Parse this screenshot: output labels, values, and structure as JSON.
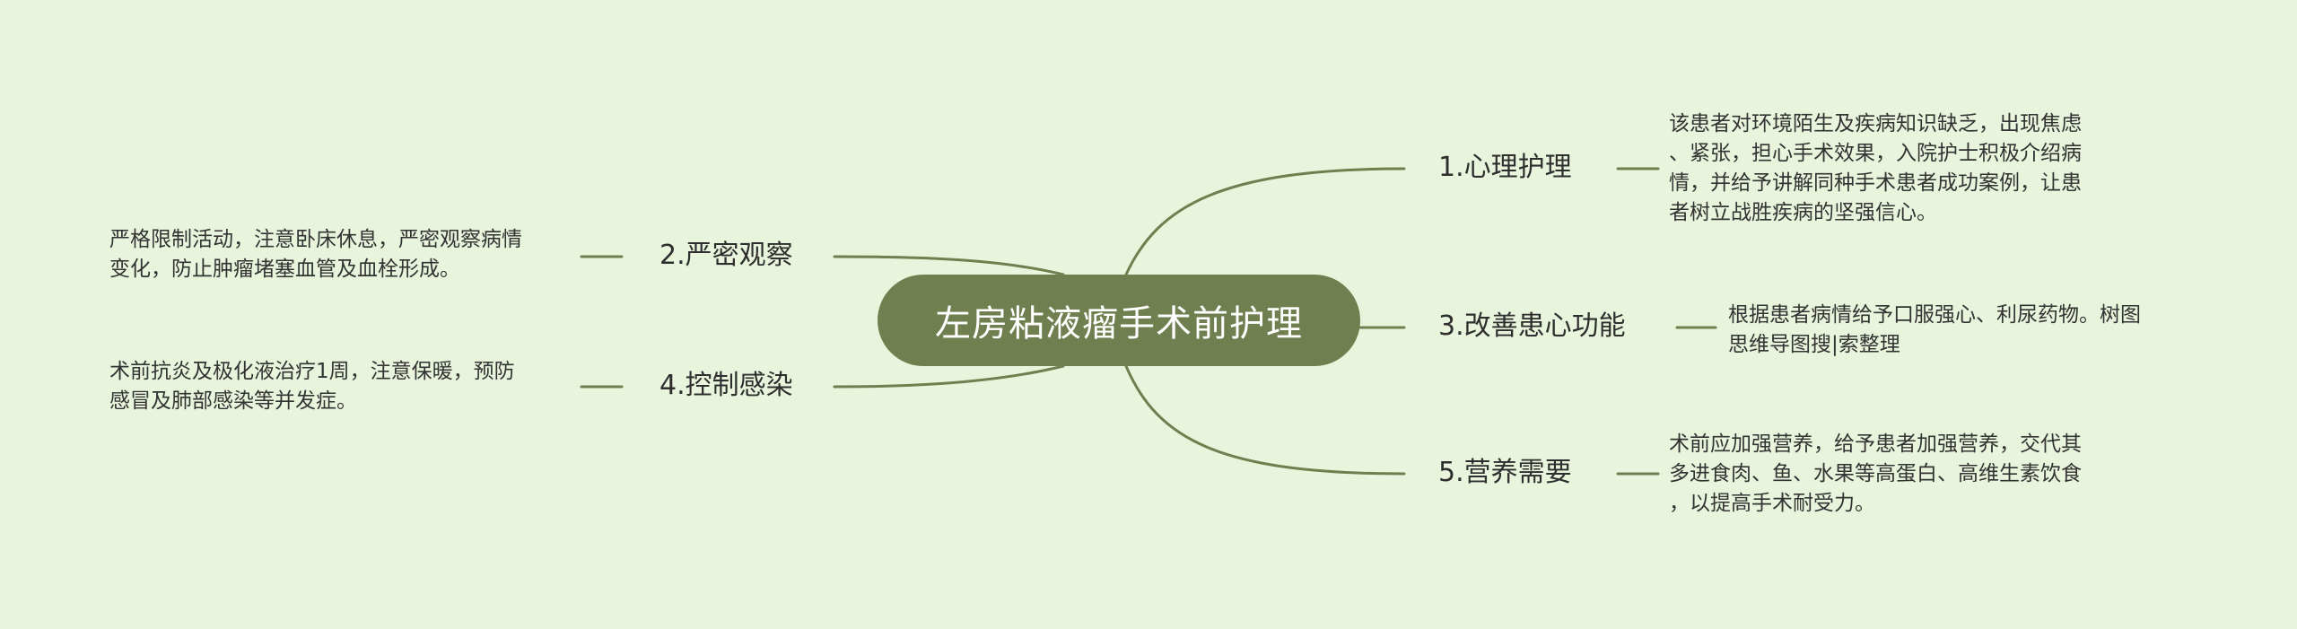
{
  "colors": {
    "background": "#e8f5dc",
    "center_fill": "#6f7f4f",
    "connector": "#6f7f4f"
  },
  "center": {
    "label": "左房粘液瘤手术前护理"
  },
  "branches": [
    {
      "id": "b1",
      "label": "1.心理护理",
      "leaf_lines": [
        "该患者对环境陌生及疾病知识缺乏，出现焦虑",
        "、紧张，担心手术效果，入院护士积极介绍病",
        "情，并给予讲解同种手术患者成功案例，让患",
        "者树立战胜疾病的坚强信心。"
      ]
    },
    {
      "id": "b2",
      "label": "2.严密观察",
      "leaf_lines": [
        "严格限制活动，注意卧床休息，严密观察病情",
        "变化，防止肿瘤堵塞血管及血栓形成。"
      ]
    },
    {
      "id": "b3",
      "label": "3.改善患心功能",
      "leaf_lines": [
        "根据患者病情给予口服强心、利尿药物。树图",
        "思维导图搜|索整理"
      ]
    },
    {
      "id": "b4",
      "label": "4.控制感染",
      "leaf_lines": [
        "术前抗炎及极化液治疗1周，注意保暖，预防",
        "感冒及肺部感染等并发症。"
      ]
    },
    {
      "id": "b5",
      "label": "5.营养需要",
      "leaf_lines": [
        "术前应加强营养，给予患者加强营养，交代其",
        "多进食肉、鱼、水果等高蛋白、高维生素饮食",
        "，以提高手术耐受力。"
      ]
    }
  ]
}
